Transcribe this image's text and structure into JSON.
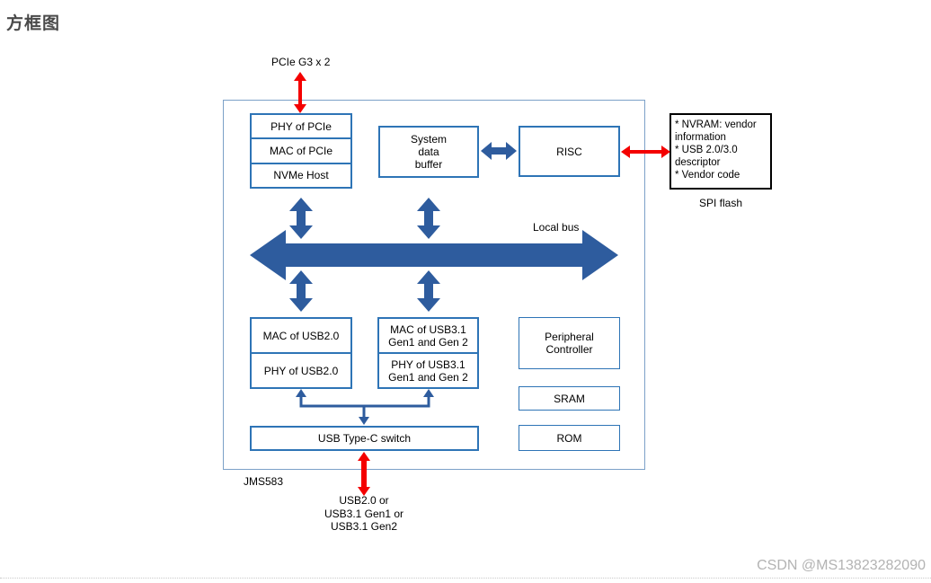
{
  "page": {
    "title": "方框图",
    "watermark": "CSDN @MS13823282090",
    "chip_name": "JMS583"
  },
  "external_labels": {
    "pcie_port": "PCIe G3 x 2",
    "usb_port": "USB2.0 or\nUSB3.1 Gen1 or\nUSB3.1 Gen2",
    "spi_flash_contents": "* NVRAM: vendor information\n* USB 2.0/3.0 descriptor\n* Vendor code",
    "spi_flash_caption": "SPI flash"
  },
  "bus": {
    "label": "Local bus"
  },
  "blocks": {
    "pcie_stack": [
      "PHY of PCIe",
      "MAC of PCIe",
      "NVMe Host"
    ],
    "system_data_buffer": "System\ndata\nbuffer",
    "risc": "RISC",
    "usb2_stack": [
      "MAC of USB2.0",
      "PHY of USB2.0"
    ],
    "usb31_stack": [
      "MAC of USB3.1\nGen1 and Gen 2",
      "PHY of USB3.1\nGen1 and Gen 2"
    ],
    "peripheral_controller": "Peripheral\nController",
    "sram": "SRAM",
    "rom": "ROM",
    "usb_typec_switch": "USB Type-C switch"
  },
  "colors": {
    "arrow_blue": "#2e5c9e",
    "box_border_blue": "#2e74b6",
    "outer_border_blue": "#7ca1c8",
    "arrow_red": "#f40000",
    "spi_border_black": "#000000",
    "title_gray": "#4a4a4a",
    "watermark_gray": "#b3b3b3"
  }
}
